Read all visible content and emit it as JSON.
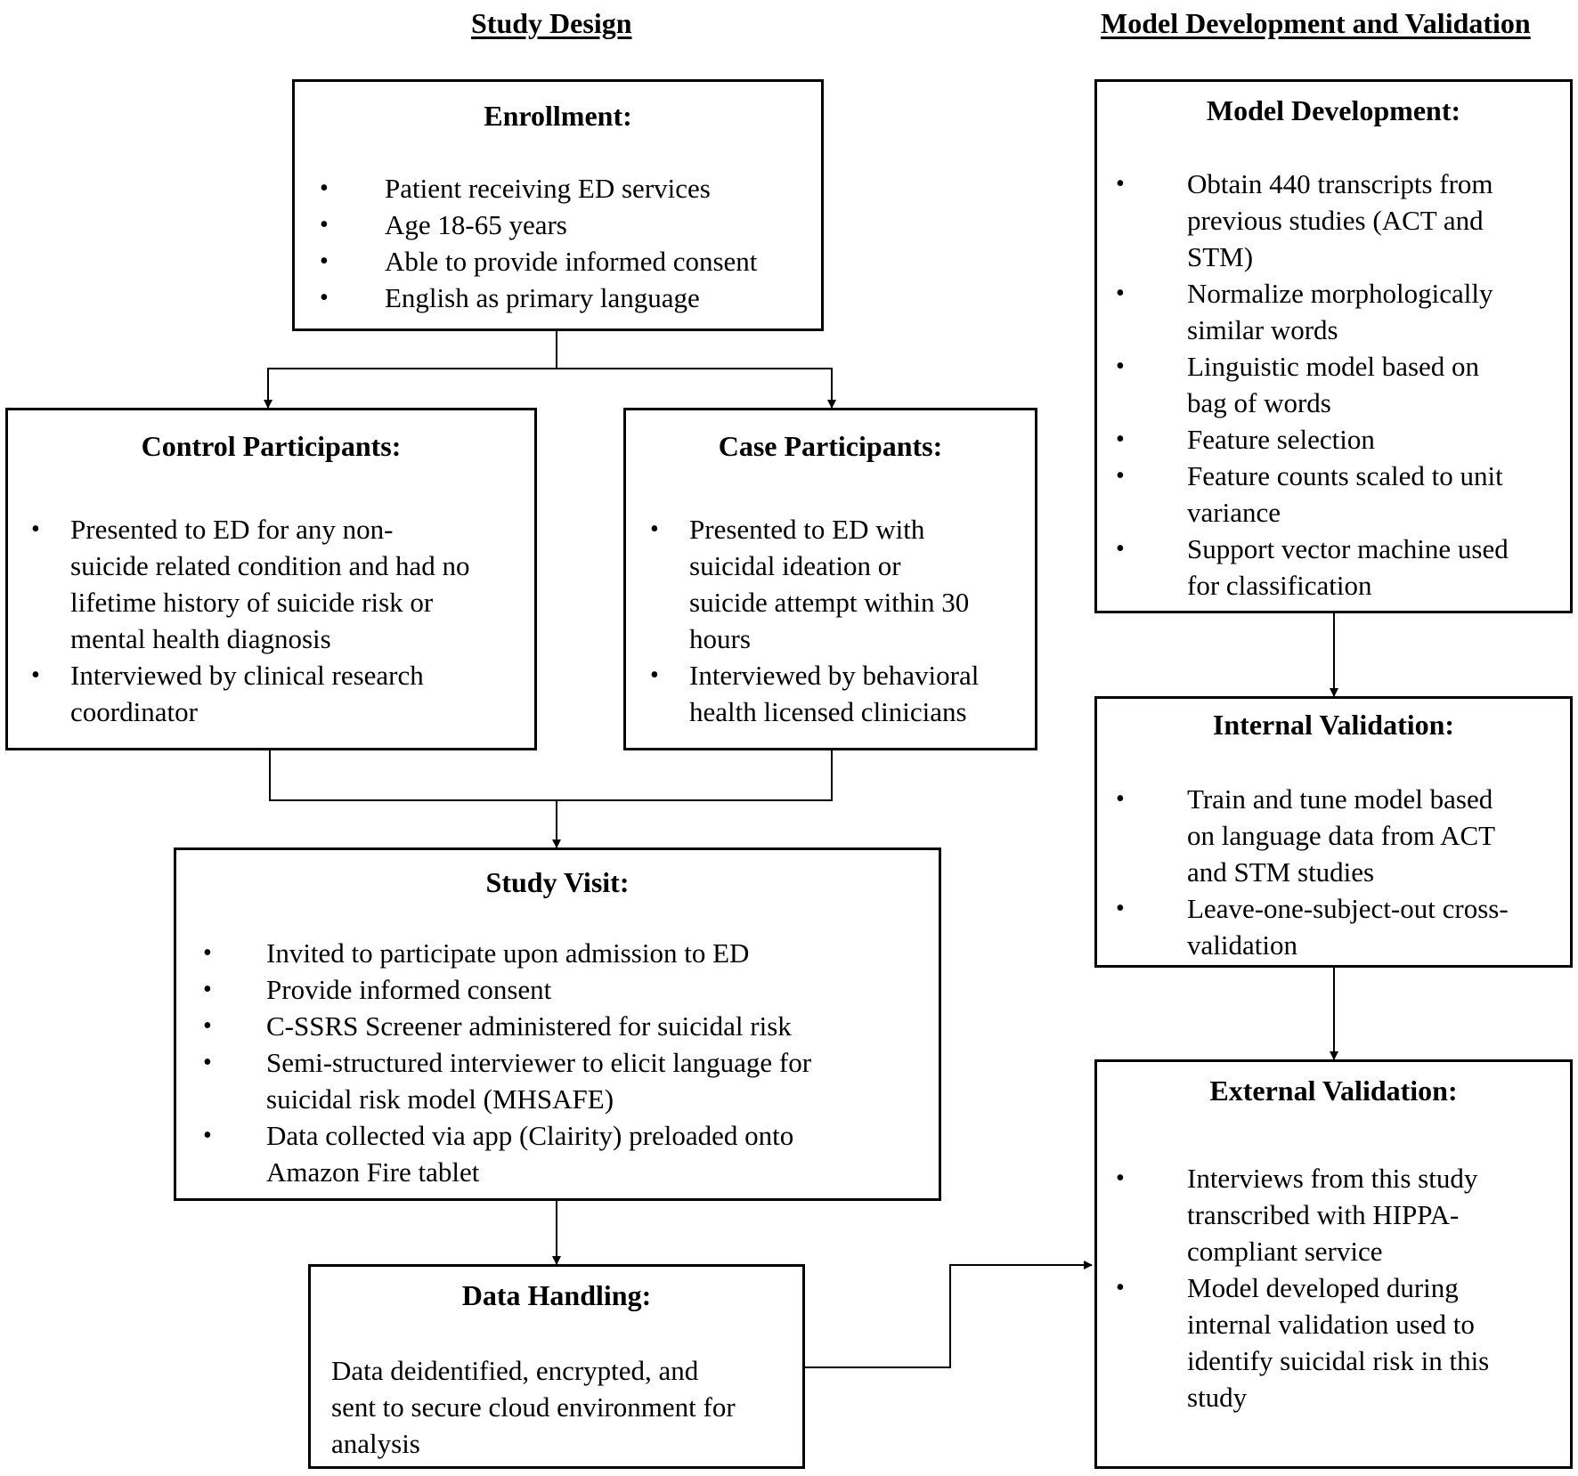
{
  "headers": {
    "left": "Study Design",
    "right": "Model Development and Validation"
  },
  "enrollment": {
    "title": "Enrollment:",
    "items": [
      "Patient receiving ED services",
      "Age 18-65 years",
      "Able to provide informed consent",
      "English as primary language"
    ]
  },
  "control": {
    "title": "Control Participants:",
    "items": [
      [
        "Presented to ED for any non-",
        "suicide related condition and had no",
        "lifetime history of suicide risk or",
        "mental health diagnosis"
      ],
      [
        "Interviewed by clinical research",
        "coordinator"
      ]
    ]
  },
  "case": {
    "title": "Case Participants:",
    "items": [
      [
        "Presented to ED with",
        "suicidal ideation or",
        "suicide attempt within 30",
        "hours"
      ],
      [
        "Interviewed by behavioral",
        "health licensed clinicians"
      ]
    ]
  },
  "visit": {
    "title": "Study Visit:",
    "items": [
      [
        "Invited to participate upon admission to ED"
      ],
      [
        "Provide informed consent"
      ],
      [
        "C-SSRS Screener administered for suicidal risk"
      ],
      [
        "Semi-structured interviewer to elicit language for",
        "suicidal risk model (MHSAFE)"
      ],
      [
        "Data collected via app (Clairity) preloaded onto",
        "Amazon Fire tablet"
      ]
    ]
  },
  "handling": {
    "title": "Data Handling:",
    "text": [
      "Data deidentified, encrypted, and",
      "sent to secure cloud environment for",
      "analysis"
    ]
  },
  "model_dev": {
    "title": "Model Development:",
    "items": [
      [
        "Obtain 440 transcripts from",
        "previous studies (ACT and",
        "STM)"
      ],
      [
        "Normalize morphologically",
        "similar words"
      ],
      [
        "Linguistic model based on",
        "bag of words"
      ],
      [
        "Feature selection"
      ],
      [
        "Feature counts scaled to unit",
        "variance"
      ],
      [
        "Support vector machine used",
        "for classification"
      ]
    ]
  },
  "internal": {
    "title": "Internal Validation:",
    "items": [
      [
        "Train and tune model based",
        "on language data from ACT",
        "and STM studies"
      ],
      [
        "Leave-one-subject-out cross-",
        "validation"
      ]
    ]
  },
  "external": {
    "title": "External Validation:",
    "items": [
      [
        "Interviews from this study",
        "transcribed with HIPPA-",
        "compliant service"
      ],
      [
        "Model developed during",
        "internal validation used to",
        "identify suicidal risk in this",
        "study"
      ]
    ]
  }
}
